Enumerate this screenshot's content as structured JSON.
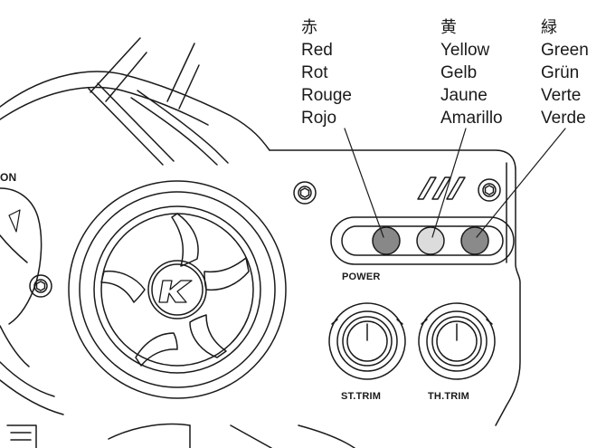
{
  "legend": {
    "red": {
      "ja": "赤",
      "en": "Red",
      "de": "Rot",
      "fr": "Rouge",
      "es": "Rojo"
    },
    "yellow": {
      "ja": "黄",
      "en": "Yellow",
      "de": "Gelb",
      "fr": "Jaune",
      "es": "Amarillo"
    },
    "green": {
      "ja": "緑",
      "en": "Green",
      "de": "Grün",
      "fr": "Verte",
      "es": "Verde"
    }
  },
  "panel": {
    "power_label": "POWER",
    "st_trim_label": "ST.TRIM",
    "th_trim_label": "TH.TRIM",
    "switch_label": "ON",
    "logo_letter": "K"
  },
  "colors": {
    "red_led": "#888888",
    "yellow_led": "#dcdcdc",
    "green_led": "#8a8a8a",
    "line": "#1a1a1a"
  }
}
